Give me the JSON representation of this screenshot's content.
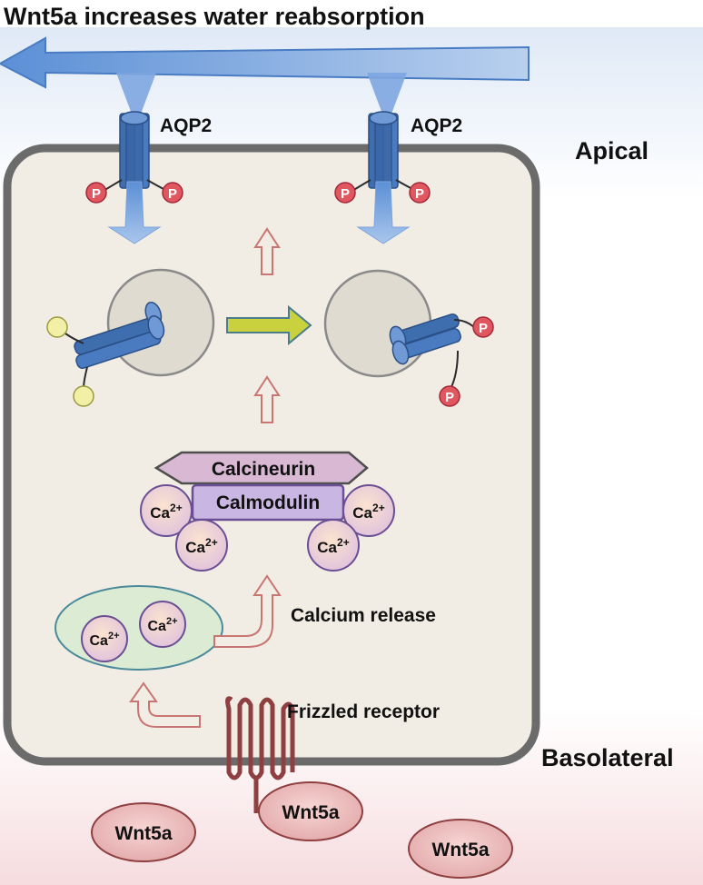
{
  "title": "Wnt5a increases water reabsorption",
  "regions": {
    "apical": "Apical",
    "basolateral": "Basolateral"
  },
  "channels": {
    "left": "AQP2",
    "right": "AQP2"
  },
  "phospho_mark": "P",
  "complex": {
    "calcineurin": "Calcineurin",
    "calmodulin": "Calmodulin"
  },
  "ion": {
    "base": "Ca",
    "charge": "2+"
  },
  "labels": {
    "calcium_release": "Calcium release",
    "receptor": "Frizzled receptor"
  },
  "ligand": "Wnt5a",
  "colors": {
    "cell_fill": "#f1ede4",
    "cell_border": "#6b6b6b",
    "water_flow": "#5b8fd6",
    "aqp2": "#3f6eaf",
    "phospho": "#e05760",
    "calcineurin": "#d8b8d3",
    "calmodulin": "#c9b6e2",
    "ion_fill": "#e6c9d6",
    "er_fill": "#dcebd3",
    "signal_arrow": "#c97672",
    "translocation_arrow": "#c9d23e",
    "ligand_fill": "#e8b6b6",
    "receptor": "#8f3f3f"
  }
}
